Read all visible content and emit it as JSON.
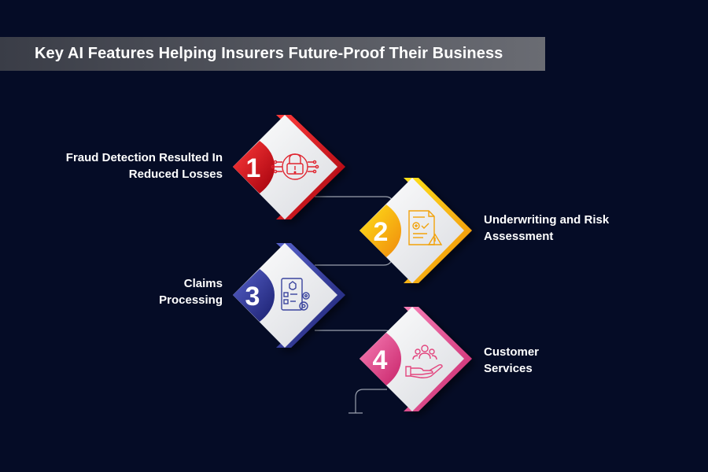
{
  "title": "Key AI Features Helping Insurers Future-Proof Their Business",
  "steps": [
    {
      "number": "1",
      "label_line1": "Fraud Detection Resulted In",
      "label_line2": "Reduced Losses",
      "accent": "#d7141f",
      "icon": "security-lock-alert-icon"
    },
    {
      "number": "2",
      "label_line1": "Underwriting and Risk",
      "label_line2": "Assessment",
      "accent": "#f2a20a",
      "icon": "document-check-warning-icon"
    },
    {
      "number": "3",
      "label_line1": "Claims",
      "label_line2": "Processing",
      "accent": "#2d3798",
      "icon": "checklist-gears-icon"
    },
    {
      "number": "4",
      "label_line1": "Customer",
      "label_line2": "Services",
      "accent": "#e3467f",
      "icon": "hand-people-icon"
    }
  ],
  "colors": {
    "background": "#050c26",
    "connector": "#9aa0ad"
  }
}
